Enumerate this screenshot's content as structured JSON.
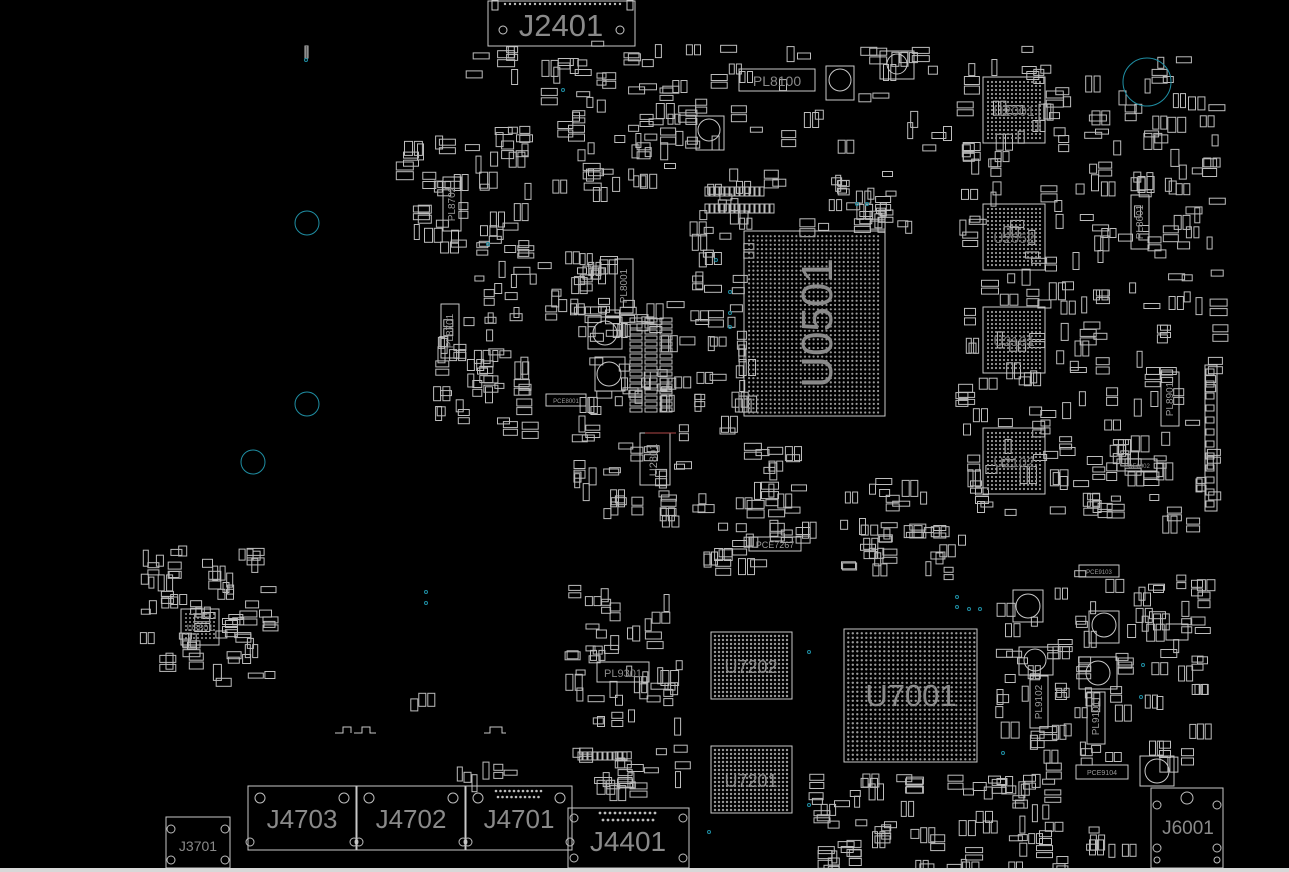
{
  "colors": {
    "background": "#000000",
    "outline": "#c8c8c8",
    "label": "#8a8a8a",
    "small_label": "#9a9a9a",
    "via": "#1f8ea3"
  },
  "labels": {
    "j2401": "J2401",
    "u0501": "U0501",
    "pl8100": "PL8100",
    "u2001": "U2001",
    "u2052": "U2052",
    "u2101": "U2101",
    "u2102": "U2102",
    "pl8702": "PL8702",
    "pl8701": "PL8701",
    "pl8001": "PL8001",
    "pl8601": "PL8601",
    "pl8901": "PL8901",
    "u2801": "U2801",
    "pce8001": "PCE8001",
    "pce8902": "PCE8902",
    "pce7267": "PCE7267",
    "pce9103": "PCE9103",
    "pce9104": "PCE9104",
    "u3801": "U3801",
    "pl9301": "PL9301",
    "u7202": "U7202",
    "u7201": "U7201",
    "u7001": "U7001",
    "pl9102": "PL9102",
    "pl9101": "PL9101",
    "j4703": "J4703",
    "j4702": "J4702",
    "j4701": "J4701",
    "j4401": "J4401",
    "j3701": "J3701",
    "j6001": "J6001"
  }
}
